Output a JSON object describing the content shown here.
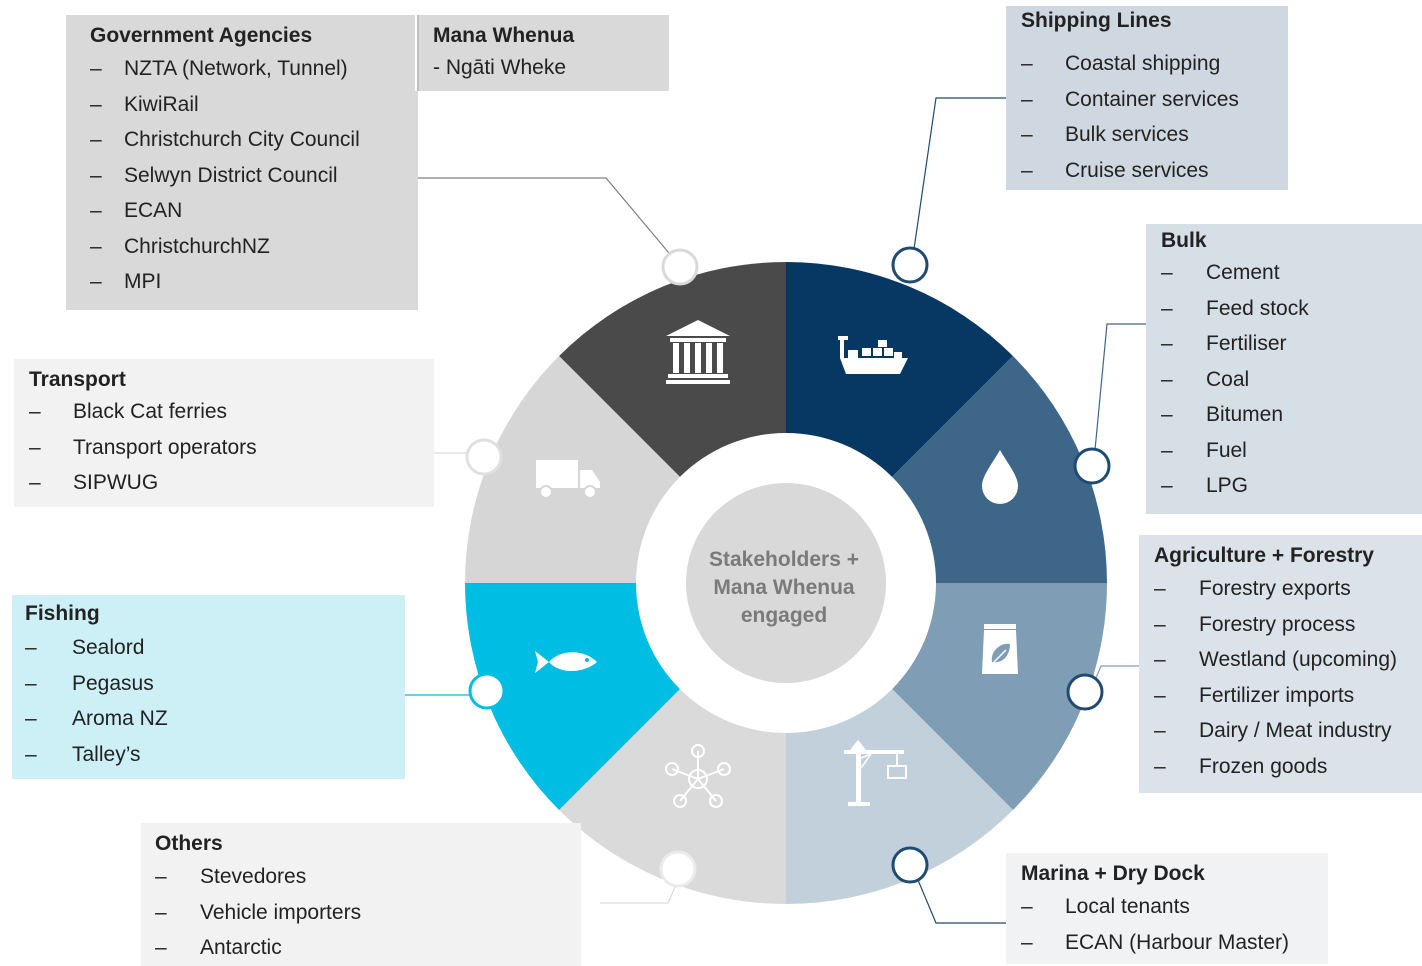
{
  "center_label": [
    "Stakeholders +",
    "Mana Whenua",
    "engaged"
  ],
  "segments": [
    {
      "id": "government",
      "color": "#4a4a4a",
      "icon": "government-building-icon",
      "title": "Government Agencies",
      "items": [
        "NZTA (Network, Tunnel)",
        "KiwiRail",
        "Christchurch City Council",
        "Selwyn District Council",
        "ECAN",
        "ChristchurchNZ",
        "MPI"
      ]
    },
    {
      "id": "shipping",
      "color": "#073763",
      "icon": "cargo-ship-icon",
      "title": "Shipping Lines",
      "items": [
        "Coastal shipping",
        "Container services",
        "Bulk services",
        "Cruise services"
      ]
    },
    {
      "id": "bulk",
      "color": "#3e6689",
      "icon": "liquid-drop-icon",
      "title": "Bulk",
      "items": [
        "Cement",
        "Feed stock",
        "Fertiliser",
        "Coal",
        "Bitumen",
        "Fuel",
        "LPG"
      ]
    },
    {
      "id": "agriculture",
      "color": "#7f9db5",
      "icon": "feed-bag-icon",
      "title": "Agriculture + Forestry",
      "items": [
        "Forestry exports",
        "Forestry process",
        "Westland (upcoming)",
        "Fertilizer imports",
        "Dairy / Meat industry",
        "Frozen goods"
      ]
    },
    {
      "id": "marina",
      "color": "#c2d0dc",
      "icon": "crane-icon",
      "title": "Marina + Dry Dock",
      "items": [
        "Local tenants",
        "ECAN (Harbour Master)"
      ]
    },
    {
      "id": "others",
      "color": "#dadada",
      "icon": "network-people-icon",
      "title": "Others",
      "items": [
        "Stevedores",
        "Vehicle importers",
        "Antarctic"
      ]
    },
    {
      "id": "fishing",
      "color": "#00bde3",
      "icon": "fish-icon",
      "title": "Fishing",
      "items": [
        "Sealord",
        "Pegasus",
        "Aroma NZ",
        "Talley’s"
      ]
    },
    {
      "id": "transport",
      "color": "#d6d6d6",
      "icon": "truck-icon",
      "title": "Transport",
      "items": [
        "Black Cat ferries",
        "Transport operators",
        "SIPWUG"
      ]
    }
  ],
  "mana_whenua": {
    "title": "Mana Whenua",
    "items": [
      "- Ngāti Wheke"
    ]
  },
  "item_marker": "–"
}
